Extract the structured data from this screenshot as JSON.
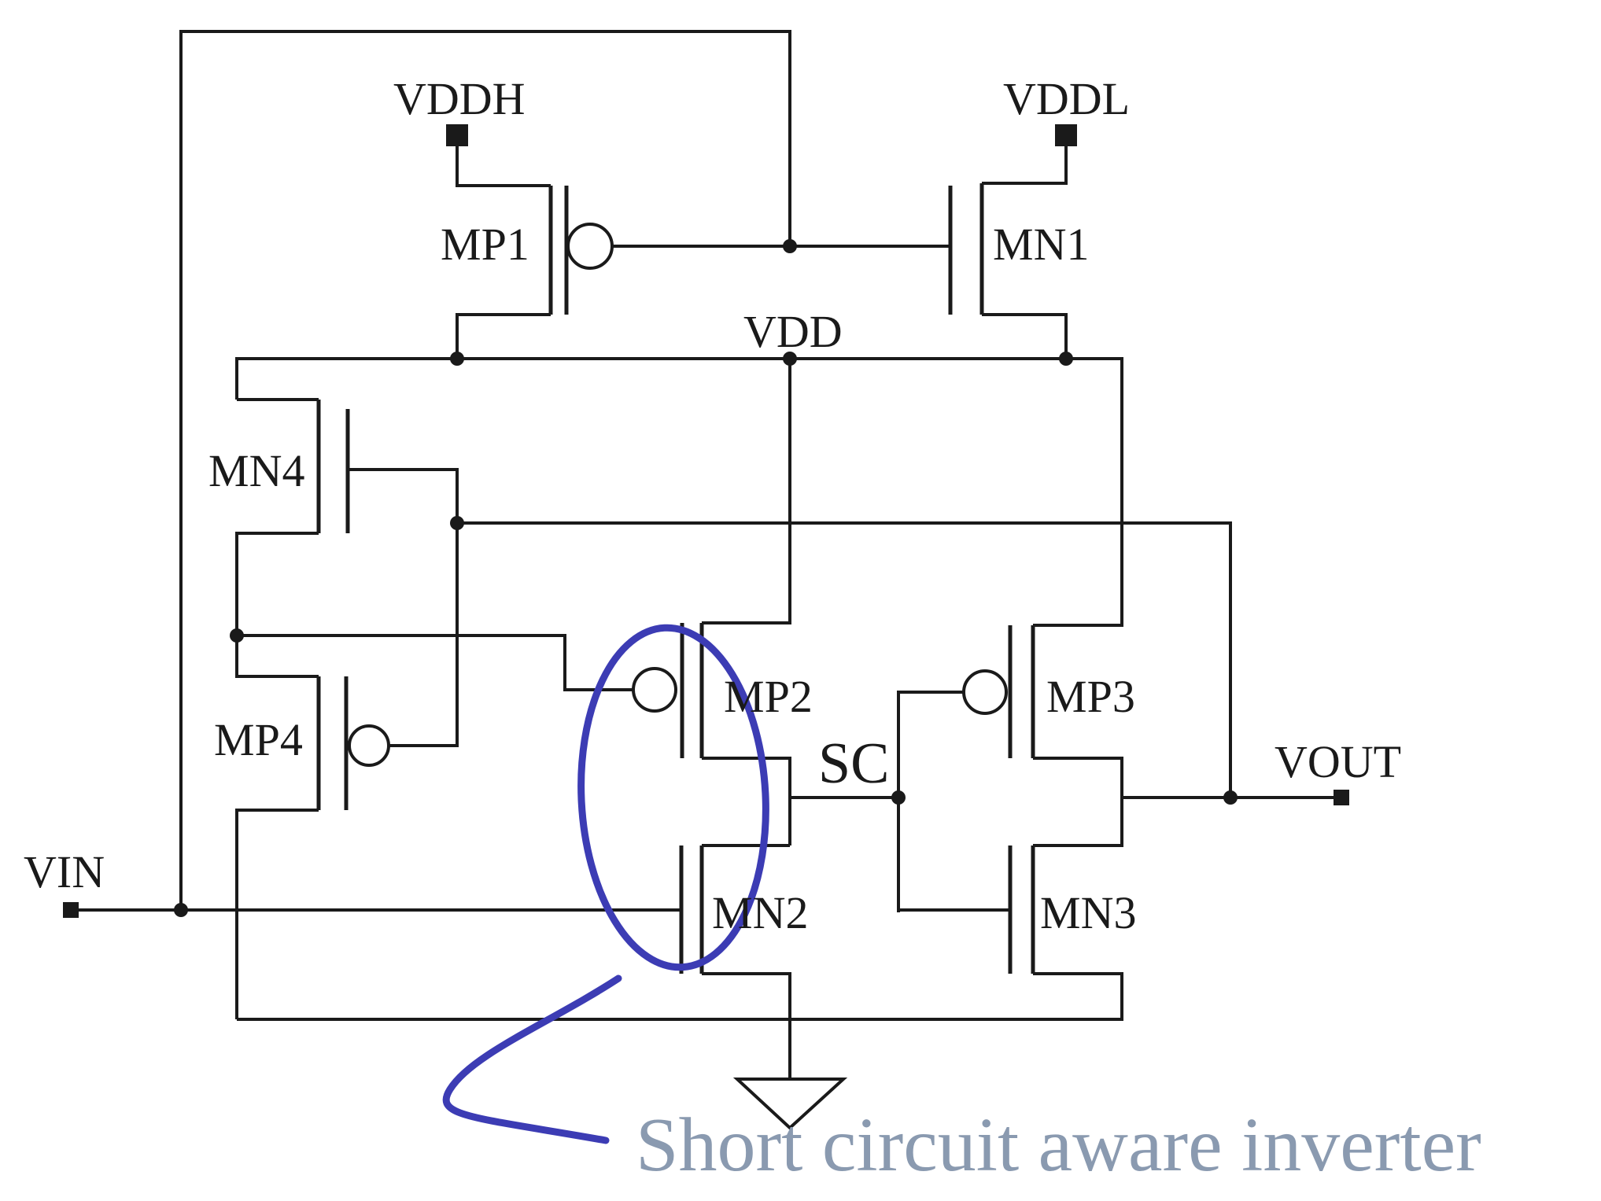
{
  "colors": {
    "wire": "#1a1a1a",
    "highlight": "#3c3cb4",
    "caption": "#8a9ab0"
  },
  "labels": {
    "vddh": "VDDH",
    "vddl": "VDDL",
    "vdd": "VDD",
    "vin": "VIN",
    "vout": "VOUT",
    "sc": "SC",
    "mp1": "MP1",
    "mn1": "MN1",
    "mn4": "MN4",
    "mp4": "MP4",
    "mp2": "MP2",
    "mn2": "MN2",
    "mp3": "MP3",
    "mn3": "MN3"
  },
  "caption": "Short circuit aware inverter",
  "ground_icon": "ground-symbol-icon"
}
